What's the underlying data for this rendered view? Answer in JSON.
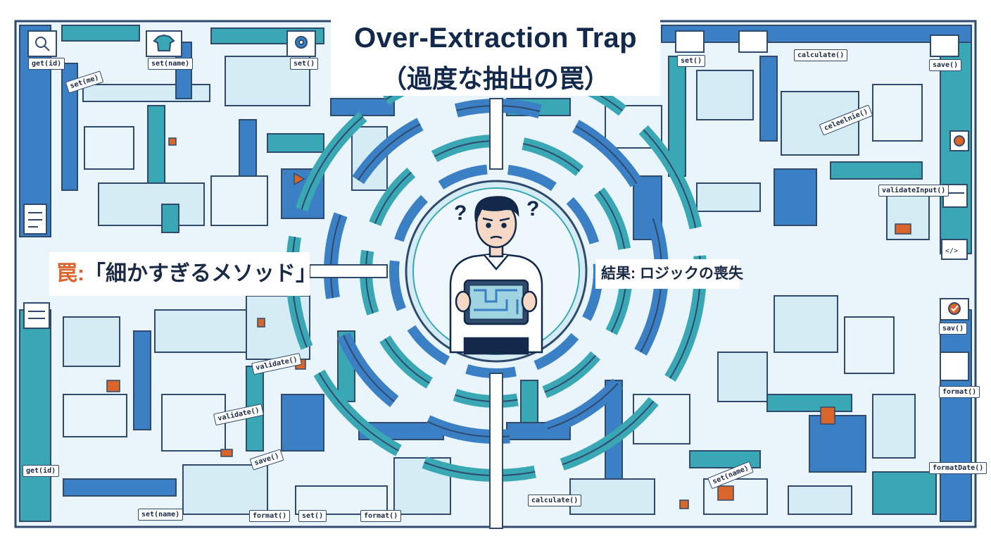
{
  "title": {
    "line1": "Over-Extraction Trap",
    "line2": "（過度な抽出の罠）"
  },
  "callouts": {
    "trap_prefix": "罠:",
    "trap_text": "「細かすぎるメソッド」",
    "result_text": "結果: ロジックの喪失"
  },
  "labels": {
    "get_id_top": "get(id)",
    "set_name_top": "set(name)",
    "set_top_left": "set()",
    "set_me": "set(me)",
    "set_top_right": "set()",
    "calculate_top": "calculate()",
    "save_top_right": "save()",
    "celeelnie": "celeelnie()",
    "validate_input": "validateInput()",
    "sav": "sav()",
    "format_right": "format()",
    "format_date": "formatDate()",
    "validate_1": "validate()",
    "validate_2": "validate()",
    "save_bottom": "save()",
    "get_id_bottom": "get(id)",
    "set_name_bottom": "set(name)",
    "format_bottom_1": "format()",
    "set_bottom": "set()",
    "format_bottom_2": "format()",
    "calculate_bottom": "calculate()",
    "set_name_right": "set(name)"
  },
  "colors": {
    "navy": "#13294b",
    "blue": "#3b7fc4",
    "teal": "#3aa7b5",
    "light": "#d6ecf4",
    "pale": "#e9f5fa",
    "accent": "#d9652b"
  },
  "icons": {
    "search": "search-icon",
    "shirt": "shirt-icon",
    "gear": "gear-icon",
    "document": "document-icon",
    "list": "list-icon",
    "calendar": "calendar-icon",
    "code": "code-icon",
    "check": "check-icon",
    "question": "question-mark-icon"
  }
}
